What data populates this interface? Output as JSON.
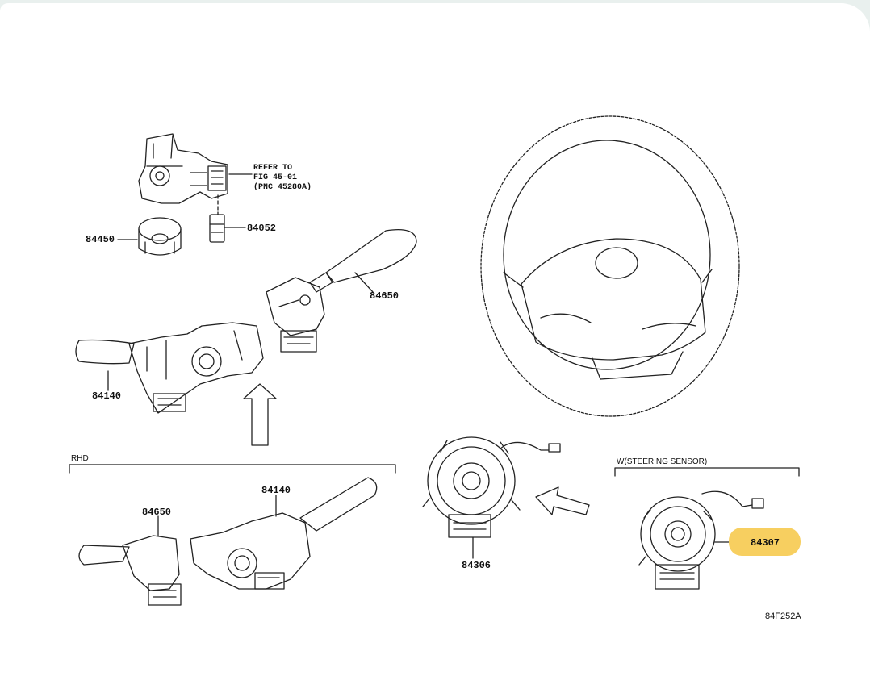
{
  "colors": {
    "highlight": "#f7cf60",
    "line": "#222222",
    "background": "#ffffff"
  },
  "note": {
    "line1": "REFER TO",
    "line2": "FIG 45-01",
    "line3": "(PNC 45280A)"
  },
  "groups": {
    "rhd": "RHD",
    "steering_sensor": "W(STEERING SENSOR)"
  },
  "parts": {
    "p84450": "84450",
    "p84052": "84052",
    "p84650_top": "84650",
    "p84140_top": "84140",
    "p84650_rhd": "84650",
    "p84140_rhd": "84140",
    "p84306": "84306",
    "p84307": "84307"
  },
  "figure_code": "84F252A"
}
